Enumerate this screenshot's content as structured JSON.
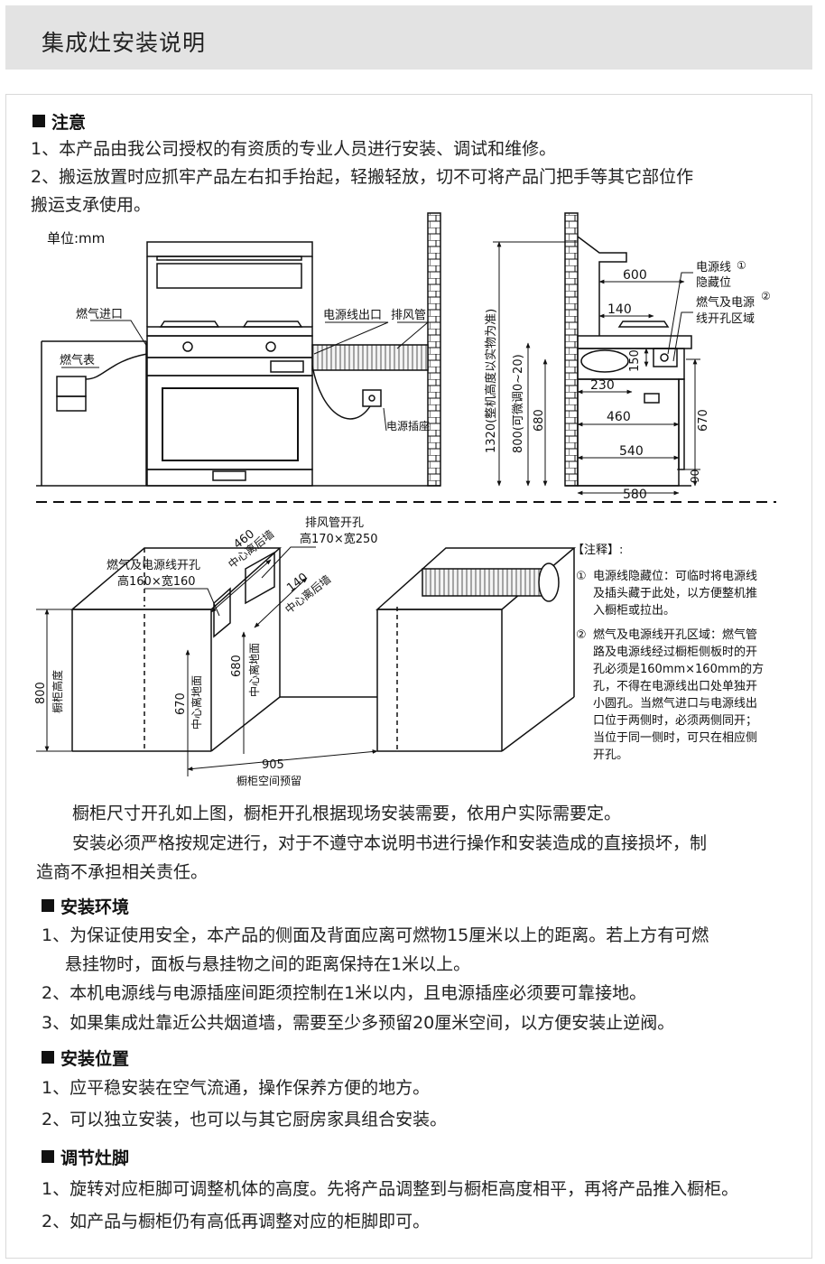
{
  "header": {
    "title": "集成灶安装说明"
  },
  "notice": {
    "heading": "注意",
    "line1": "1、本产品由我公司授权的有资质的专业人员进行安装、调试和维修。",
    "line2a": "2、搬运放置时应抓牢产品左右扣手抬起，轻搬轻放，切不可将产品门把手等其它部位作",
    "line2b": "搬运支承使用。"
  },
  "diagram": {
    "unit": "单位:mm",
    "front": {
      "gas_inlet": "燃气进口",
      "gas_meter": "燃气表",
      "power_outlet_exit": "电源线出口",
      "exhaust_pipe": "排风管",
      "power_socket": "电源插座"
    },
    "side": {
      "d600": "600",
      "d140": "140",
      "d150": "150",
      "d230": "230",
      "d460": "460",
      "d540": "540",
      "d580": "580",
      "d680": "680",
      "d670": "670",
      "d90": "90",
      "d800": "800(可微调0~20)",
      "d1320": "1320(整机高度以实物为准)",
      "label1a": "电源线",
      "label1b": "隐藏位",
      "label2a": "燃气及电源",
      "label2b": "线开孔区域"
    },
    "cabinet": {
      "gas_hole_a": "燃气及电源线开孔",
      "gas_hole_b": "高160×宽160",
      "exhaust_hole_a": "排风管开孔",
      "exhaust_hole_b": "高170×宽250",
      "d460": "460",
      "d460_sub": "中心离后墙",
      "d140": "140",
      "d140_sub": "中心离后墙",
      "d680": "680",
      "d680_sub": "中心离地面",
      "d670": "670",
      "d670_sub": "中心离地面",
      "d800": "800",
      "d800_sub": "橱柜高度",
      "d905": "905",
      "d905_sub": "橱柜空间预留"
    },
    "notes": {
      "title": "【注释】:",
      "n1_num": "①",
      "n1": [
        "电源线隐藏位：可临时将电源线",
        "及插头藏于此处，以方便整机推",
        "入橱柜或拉出。"
      ],
      "n2_num": "②",
      "n2": [
        "燃气及电源线开孔区域：燃气管",
        "路及电源线经过橱柜侧板时的开",
        "孔必须是160mm×160mm的方",
        "孔，不得在电源线出口处单独开",
        "小圆孔。当燃气进口与电源线出",
        "口位于两侧时，必须两侧同开；",
        "当位于同一侧时，可只在相应侧",
        "开孔。"
      ]
    }
  },
  "body": {
    "para1": "橱柜尺寸开孔如上图，橱柜开孔根据现场安装需要，依用户实际需要定。",
    "para2a": "安装必须严格按规定进行，对于不遵守本说明书进行操作和安装造成的直接损坏，制",
    "para2b": "造商不承担相关责任。"
  },
  "environment": {
    "heading": "安装环境",
    "l1a": "1、为保证使用安全，本产品的侧面及背面应离可燃物15厘米以上的距离。若上方有可燃",
    "l1b": "悬挂物时，面板与悬挂物之间的距离保持在1米以上。",
    "l2": "2、本机电源线与电源插座间距须控制在1米以内，且电源插座必须要可靠接地。",
    "l3": "3、如果集成灶靠近公共烟道墙，需要至少多预留20厘米空间，以方便安装止逆阀。"
  },
  "position": {
    "heading": "安装位置",
    "l1": "1、应平稳安装在空气流通，操作保养方便的地方。",
    "l2": "2、可以独立安装，也可以与其它厨房家具组合安装。"
  },
  "feet": {
    "heading": "调节灶脚",
    "l1": "1、旋转对应柜脚可调整机体的高度。先将产品调整到与橱柜高度相平，再将产品推入橱柜。",
    "l2": "2、如产品与橱柜仍有高低再调整对应的柜脚即可。"
  }
}
